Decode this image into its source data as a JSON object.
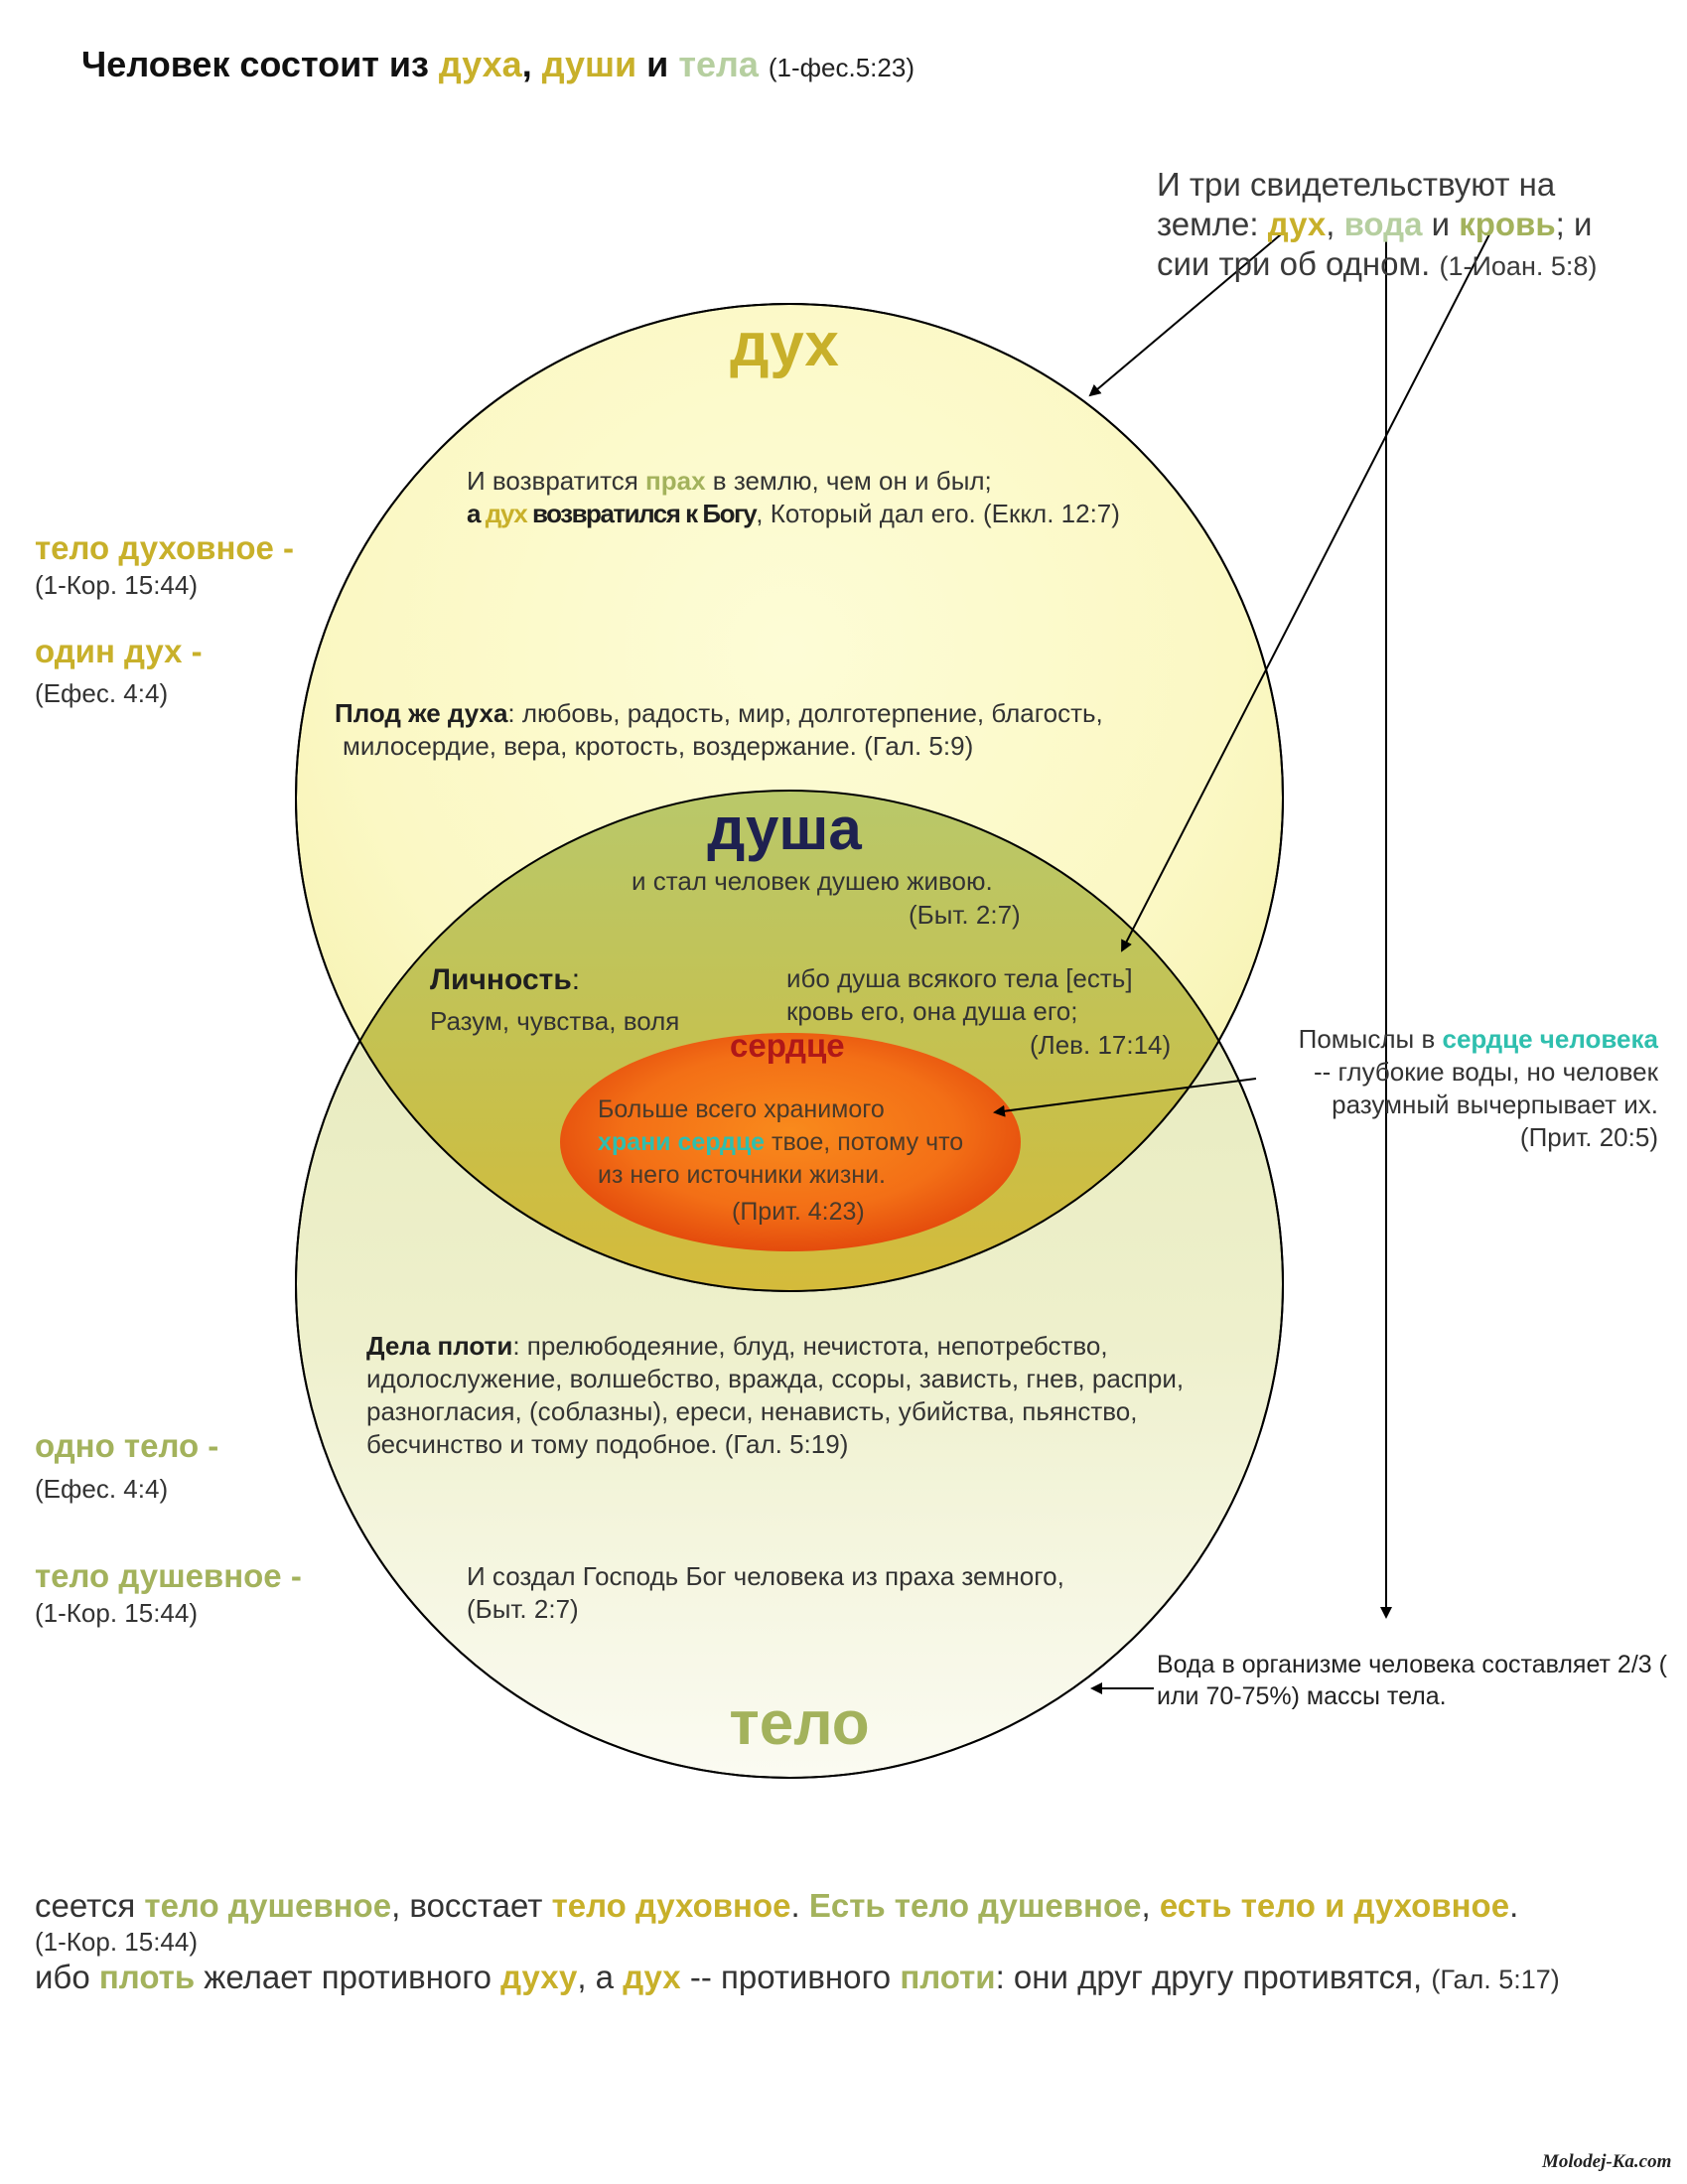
{
  "title": {
    "p1": "Человек состоит из ",
    "w1": "духа",
    "p2": ", ",
    "w2": "души",
    "p3": " и ",
    "w3": "тела",
    "ref": "(1-фес.5:23)"
  },
  "top_quote": {
    "p1": "И три свидетельствуют на земле: ",
    "w1": "дух",
    "p2": ", ",
    "w2": "вода",
    "p3": " и ",
    "w3": "кровь",
    "p4": "; и сии три об одном. ",
    "ref": "(1-Иоан. 5:8)"
  },
  "left_labels": [
    {
      "label": "тело духовное -",
      "ref": "(1-Кор. 15:44)"
    },
    {
      "label": "один дух  -",
      "ref": "(Ефес. 4:4)"
    },
    {
      "label": "одно тело  -",
      "ref": "(Ефес. 4:4)"
    },
    {
      "label": "тело душевное -",
      "ref": "(1-Кор. 15:44)"
    }
  ],
  "spirit": {
    "title": "дух",
    "eccl_p1": "И возвратится ",
    "eccl_w1": "прах",
    "eccl_p2": " в землю, чем он и был;",
    "eccl_b1": "а ",
    "eccl_w2": "дух",
    "eccl_b2": " возвратился к Богу",
    "eccl_p3": ", Который дал его. (Еккл. 12:7)",
    "fruit_bold": "Плод же духа",
    "fruit_line1": ": любовь, радость, мир, долготерпение, благость,",
    "fruit_line2": "милосердие, вера, кротость, воздержание. (Гал. 5:9)"
  },
  "soul": {
    "title": "душа",
    "gen_line1": "и стал человек душею живою.",
    "gen_ref": "(Быт. 2:7)",
    "personality_bold": "Личность",
    "personality_colon": ":",
    "personality_text": "Разум, чувства, воля",
    "lev_line1": "ибо душа всякого тела [есть]",
    "lev_line2": "кровь его, она душа его;",
    "lev_ref": "(Лев. 17:14)"
  },
  "heart": {
    "title": "сердце",
    "line1": "Больше всего хранимого",
    "hl": "храни сердце",
    "line2": " твое, потому что",
    "line3": "из него источники жизни.",
    "ref": "(Прит. 4:23)"
  },
  "right_quote": {
    "p1": "Помыслы в ",
    "hl": "сердце человека",
    "line2": "-- глубокие воды, но человек",
    "line3": "разумный вычерпывает их.",
    "ref": "(Прит. 20:5)"
  },
  "body": {
    "title": "тело",
    "works_bold": "Дела плоти",
    "works_line1": ": прелюбодеяние, блуд, нечистота, непотребство,",
    "works_line2": "идолослужение, волшебство, вражда, ссоры, зависть, гнев, распри,",
    "works_line3": "разногласия, (соблазны), ереси, ненависть, убийства, пьянство,",
    "works_line4": "бесчинство и тому подобное. (Гал. 5:19)",
    "created_line1": "И создал Господь Бог человека из праха земного,",
    "created_line2": "(Быт. 2:7)"
  },
  "water_note": "Вода в организме человека составляет 2/3 ( или 70-75%) массы тела.",
  "bottom": {
    "l1_p1": "сеется ",
    "l1_w1": "тело душевное",
    "l1_p2": ", восстает ",
    "l1_w2": "тело духовное",
    "l1_p3": ". ",
    "l1_w3": "Есть тело душевное",
    "l1_p4": ", ",
    "l1_w4": "есть тело и духовное",
    "l1_p5": ".",
    "l1_ref": "(1-Кор. 15:44)",
    "l2_p1": "ибо ",
    "l2_w1": "плоть",
    "l2_p2": " желает противного ",
    "l2_w2": "духу",
    "l2_p3": ", а ",
    "l2_w3": "дух",
    "l2_p4": " -- противного ",
    "l2_w4": "плоти",
    "l2_p5": ": они друг другу противятся, ",
    "l2_ref": "(Гал. 5:17)"
  },
  "watermark": "Molodej-Ka.com",
  "colors": {
    "spirit": "#c8b02a",
    "body": "#a3b25c",
    "soul_title": "#1e2150",
    "heart_title": "#b01818",
    "teal": "#2fbfae"
  }
}
